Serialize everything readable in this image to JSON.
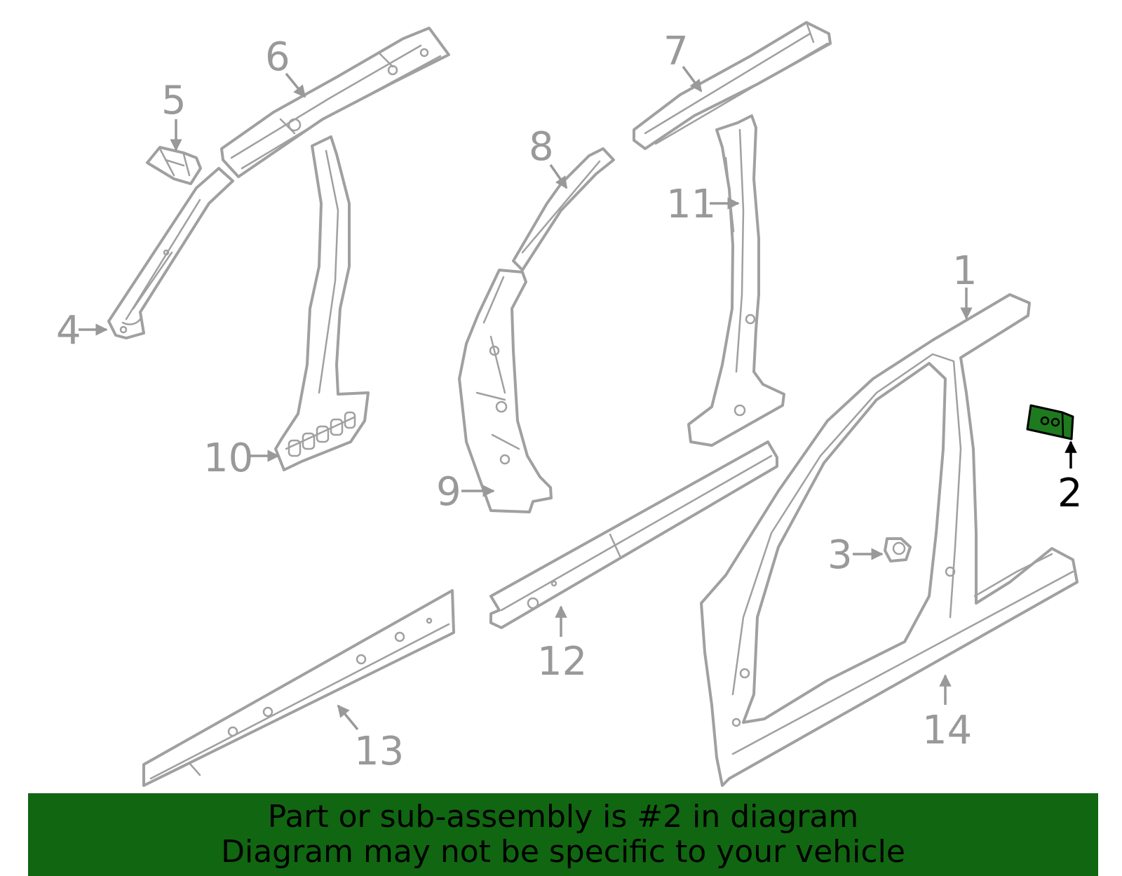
{
  "diagram": {
    "callouts": [
      {
        "id": "1",
        "label": "1"
      },
      {
        "id": "2",
        "label": "2",
        "selected": true
      },
      {
        "id": "3",
        "label": "3"
      },
      {
        "id": "4",
        "label": "4"
      },
      {
        "id": "5",
        "label": "5"
      },
      {
        "id": "6",
        "label": "6"
      },
      {
        "id": "7",
        "label": "7"
      },
      {
        "id": "8",
        "label": "8"
      },
      {
        "id": "9",
        "label": "9"
      },
      {
        "id": "10",
        "label": "10"
      },
      {
        "id": "11",
        "label": "11"
      },
      {
        "id": "12",
        "label": "12"
      },
      {
        "id": "13",
        "label": "13"
      },
      {
        "id": "14",
        "label": "14"
      }
    ],
    "colors": {
      "part_stroke": "#a0a0a0",
      "callout_text": "#999999",
      "selected_text": "#000000",
      "highlight_fill": "#1e7a1e",
      "banner_background": "#116611"
    }
  },
  "banner": {
    "line1": "Part or sub-assembly is #2 in diagram",
    "line2": "Diagram may not be specific to your vehicle"
  }
}
